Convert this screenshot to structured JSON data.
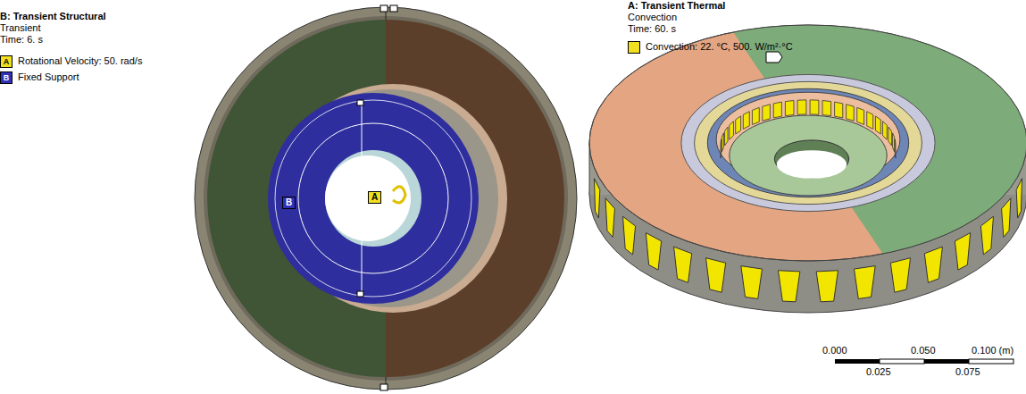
{
  "diagram": {
    "labels": [
      "B: Transient Structural",
      "Transient",
      "Time: 6. s",
      "A",
      "B",
      "B",
      "A",
      "A: Transient Thermal",
      "Convection",
      "Time: 60. s",
      "0.000",
      "0.050",
      "0.100 (m)",
      "0.025",
      "0.075"
    ],
    "legend": [
      {
        "text": "Rotational Velocity: 50. rad/s",
        "color": "#f0e020"
      },
      {
        "text": "Fixed Support",
        "color": "#3030b8"
      },
      {
        "text": "Convection: 22. °C, 500. W/m²·°C",
        "color": "#f0e020"
      }
    ]
  }
}
